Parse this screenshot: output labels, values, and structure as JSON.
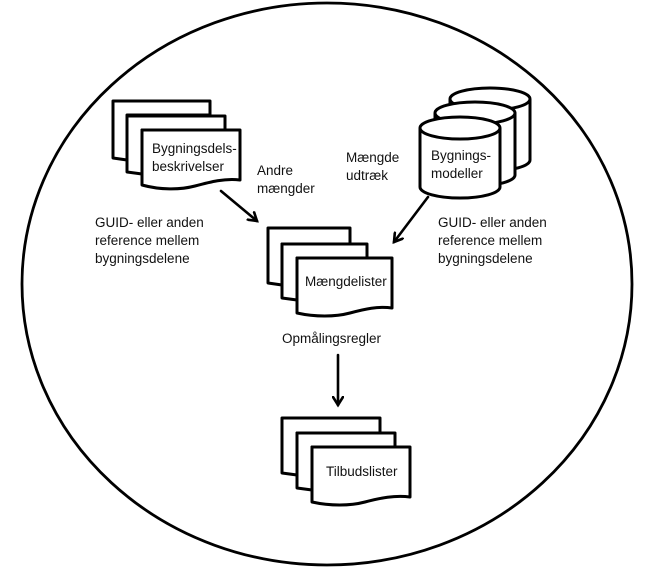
{
  "diagram": {
    "title": "",
    "colors": {
      "stroke": "#000000",
      "fill": "#ffffff",
      "text": "#111111"
    },
    "nodes": {
      "bygningsdelsbeskrivelser": {
        "type": "multi-document",
        "lines": [
          "Bygningsdels-",
          "beskrivelser"
        ]
      },
      "bygningsmodeller": {
        "type": "multi-database",
        "lines": [
          "Bygnings-",
          "modeller"
        ]
      },
      "maengdelister": {
        "type": "multi-document",
        "lines": [
          "Mængdelister"
        ]
      },
      "tilbudslister": {
        "type": "multi-document",
        "lines": [
          "Tilbudslister"
        ]
      }
    },
    "labels": {
      "andre_maengder": [
        "Andre",
        "mængder"
      ],
      "maengde_udtraek": [
        "Mængde",
        "udtræk"
      ],
      "guid_left": [
        "GUID- eller anden",
        "reference mellem",
        "bygningsdelene"
      ],
      "guid_right": [
        "GUID- eller anden",
        "reference mellem",
        "bygningsdelene"
      ],
      "opmaalingsregler": "Opmålingsregler"
    },
    "edges": [
      {
        "from": "bygningsdelsbeskrivelser",
        "to": "maengdelister",
        "label": "Andre mængder"
      },
      {
        "from": "bygningsmodeller",
        "to": "maengdelister",
        "label": "Mængde udtræk"
      },
      {
        "from": "maengdelister",
        "to": "tilbudslister",
        "label": "Opmålingsregler"
      }
    ]
  }
}
